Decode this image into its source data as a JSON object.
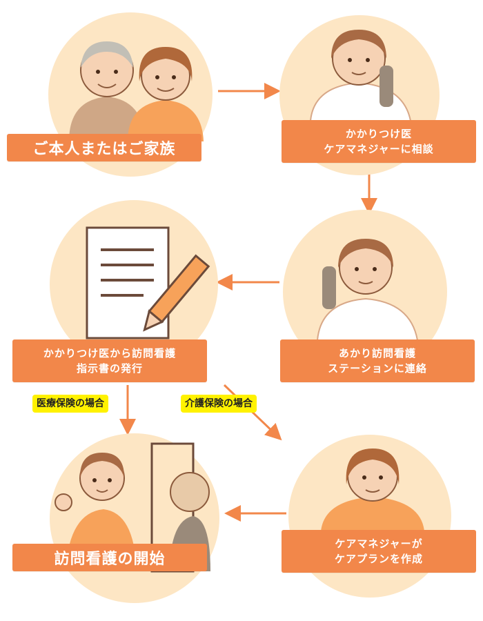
{
  "steps": [
    {
      "label": "ご本人またはご家族"
    },
    {
      "line1": "かかりつけ医",
      "line2": "ケアマネジャーに相談"
    },
    {
      "line1": "あかり訪問看護",
      "line2": "ステーションに連絡"
    },
    {
      "line1": "かかりつけ医から訪問看護",
      "line2": "指示書の発行"
    },
    {
      "line1": "ケアマネジャーが",
      "line2": "ケアプランを作成"
    },
    {
      "label": "訪問看護の開始"
    }
  ],
  "branches": {
    "medical": "医療保険の場合",
    "care": "介護保険の場合"
  },
  "colors": {
    "accent": "#f2874a",
    "circle": "#fde6c4",
    "tag": "#fff200"
  },
  "icons": [
    "elderly-couple-icon",
    "nurse-phone-icon",
    "nurse-phone-icon",
    "document-pencil-icon",
    "care-manager-icon",
    "visiting-nurse-icon"
  ]
}
